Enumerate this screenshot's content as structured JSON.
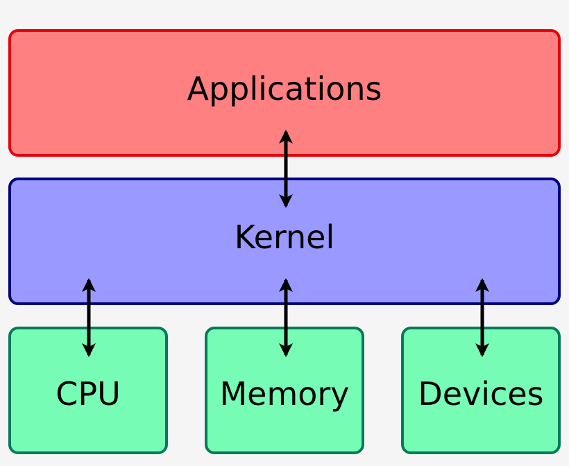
{
  "layers": {
    "applications": {
      "label": "Applications"
    },
    "kernel": {
      "label": "Kernel"
    },
    "hardware": [
      {
        "label": "CPU"
      },
      {
        "label": "Memory"
      },
      {
        "label": "Devices"
      }
    ]
  },
  "colors": {
    "applications_fill": "#ff8080",
    "applications_border": "#e8000b",
    "kernel_fill": "#9999ff",
    "kernel_border": "#000080",
    "hardware_fill": "#77fcb6",
    "hardware_border": "#077a5a",
    "arrow": "#000000",
    "background": "#f5f5f5"
  },
  "connections": [
    {
      "from": "Applications",
      "to": "Kernel",
      "direction": "bidirectional"
    },
    {
      "from": "Kernel",
      "to": "CPU",
      "direction": "bidirectional"
    },
    {
      "from": "Kernel",
      "to": "Memory",
      "direction": "bidirectional"
    },
    {
      "from": "Kernel",
      "to": "Devices",
      "direction": "bidirectional"
    }
  ]
}
